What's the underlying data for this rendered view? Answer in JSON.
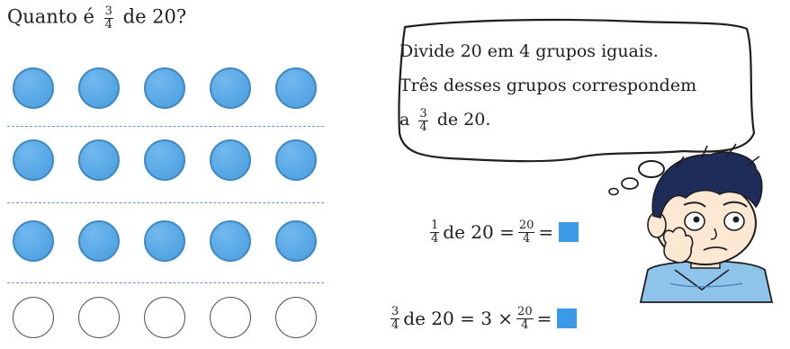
{
  "question": {
    "prefix": "Quanto é",
    "frac_num": "3",
    "frac_den": "4",
    "suffix": "de 20?"
  },
  "dots": {
    "filled_color": "#5aa9e6",
    "rows_filled": 3,
    "rows_empty": 1,
    "per_row": 5
  },
  "bubble": {
    "line1": "Divide 20 em 4 grupos iguais.",
    "line2": "Três desses grupos correspondem",
    "line3_prefix": "a",
    "line3_frac_num": "3",
    "line3_frac_den": "4",
    "line3_suffix": "de 20."
  },
  "eq1": {
    "frac_num": "1",
    "frac_den": "4",
    "mid": "de 20 =",
    "frac2_num": "20",
    "frac2_den": "4",
    "equals": "="
  },
  "eq2": {
    "frac_num": "3",
    "frac_den": "4",
    "mid": "de 20 = 3 ×",
    "frac2_num": "20",
    "frac2_den": "4",
    "equals": "="
  },
  "colors": {
    "answer_box": "#3a9ae8",
    "separator": "#6f98c4"
  },
  "illustration": "boy-thinking-illustration"
}
